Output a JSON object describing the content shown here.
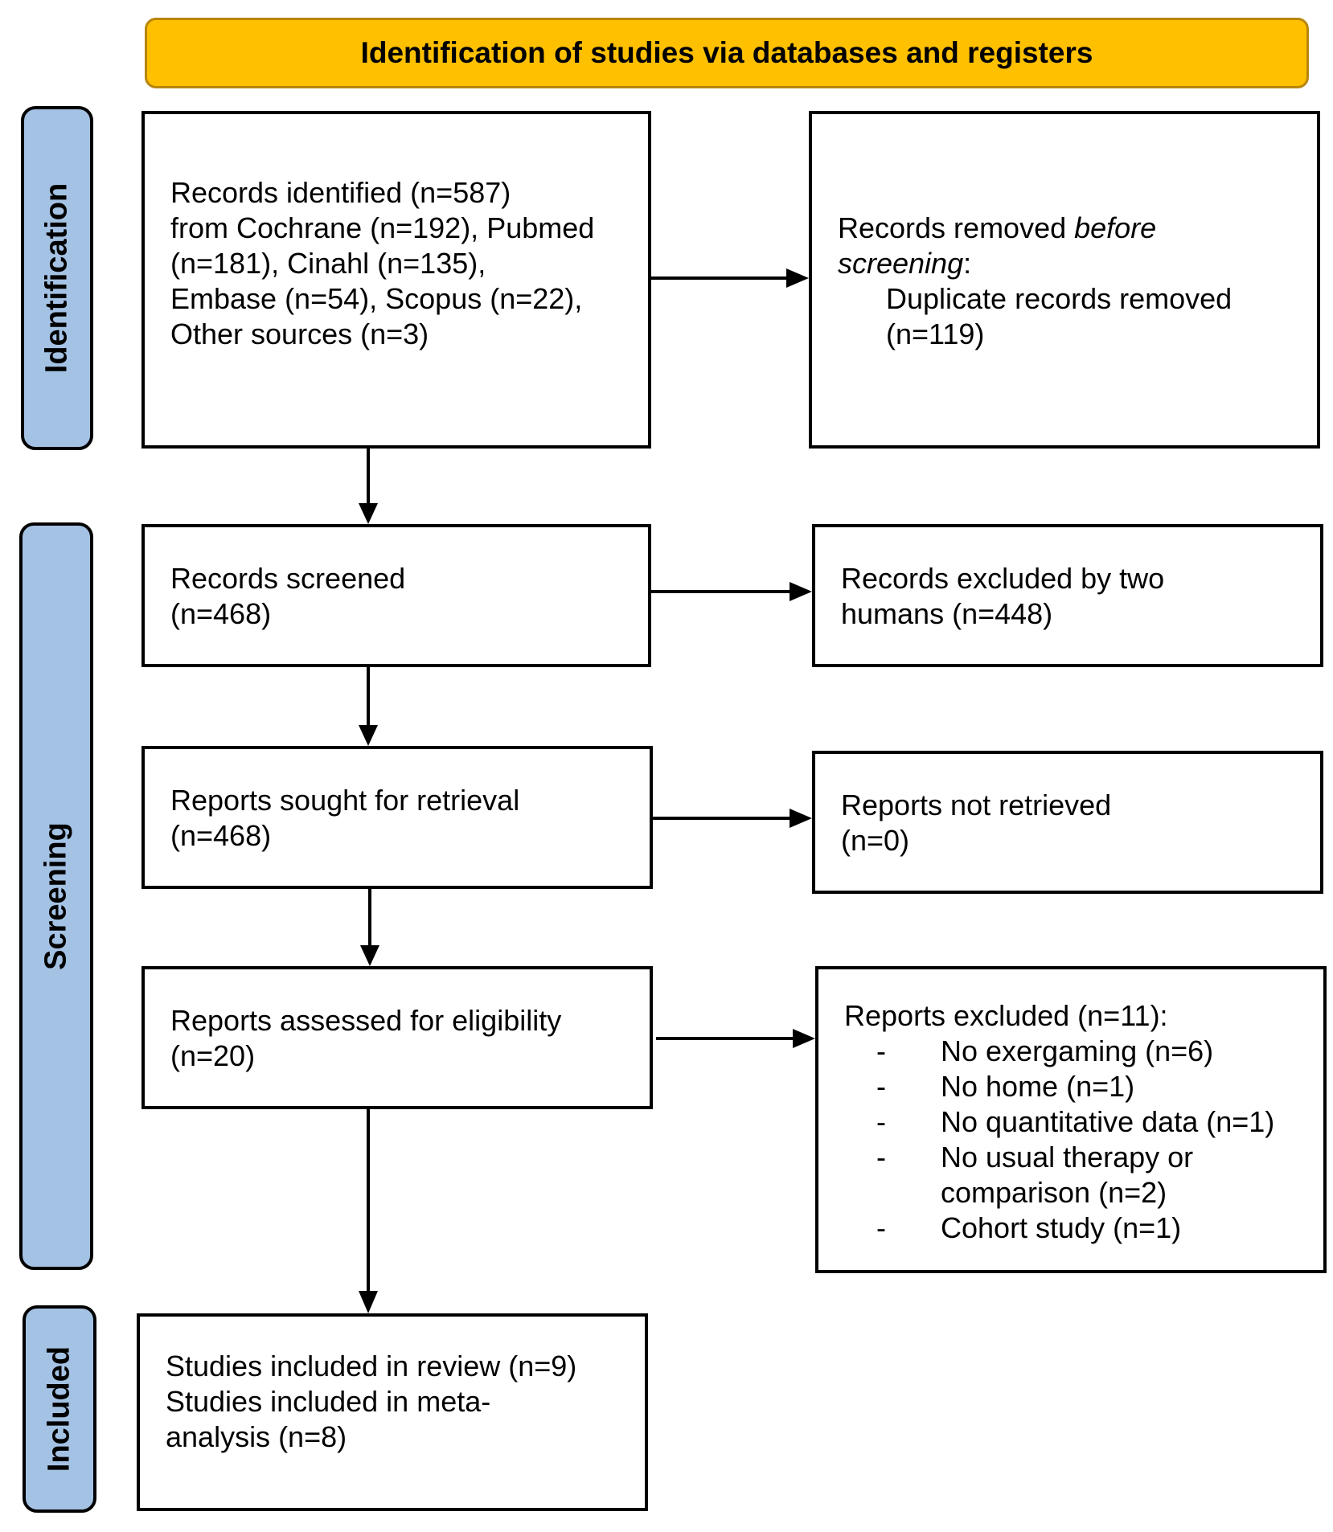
{
  "banner": {
    "title": "Identification of studies via databases and registers",
    "color": "#FFC000"
  },
  "stages": {
    "identification": "Identification",
    "screening": "Screening",
    "included": "Included",
    "color": "#A4C2E4"
  },
  "boxes": {
    "records_identified": [
      "Records identified (n=587)",
      "from Cochrane (n=192), Pubmed",
      "(n=181), Cinahl (n=135),",
      "Embase (n=54), Scopus (n=22),",
      "Other sources (n=3)"
    ],
    "records_removed": {
      "line1_prefix": "Records removed ",
      "line1_italic": "before",
      "line2_italic": "screening",
      "line2_suffix": ":",
      "detail": [
        "Duplicate records removed",
        "(n=119)"
      ]
    },
    "records_screened": [
      "Records screened",
      "(n=468)"
    ],
    "records_excluded": [
      "Records excluded by two",
      "humans (n=448)"
    ],
    "reports_sought": [
      "Reports sought for retrieval",
      "(n=468)"
    ],
    "reports_not_retrieved": [
      "Reports not retrieved",
      "(n=0)"
    ],
    "reports_assessed": [
      "Reports assessed for eligibility",
      "(n=20)"
    ],
    "reports_excluded": {
      "heading": "Reports excluded (n=11):",
      "dash": "-",
      "reasons": [
        "No exergaming (n=6)",
        "No home (n=1)",
        "No quantitative data (n=1)",
        "No usual therapy or",
        "comparison (n=2)",
        "Cohort study (n=1)"
      ]
    },
    "studies_included": [
      "Studies included in review (n=9)",
      "Studies included in meta-",
      "analysis (n=8)"
    ]
  }
}
